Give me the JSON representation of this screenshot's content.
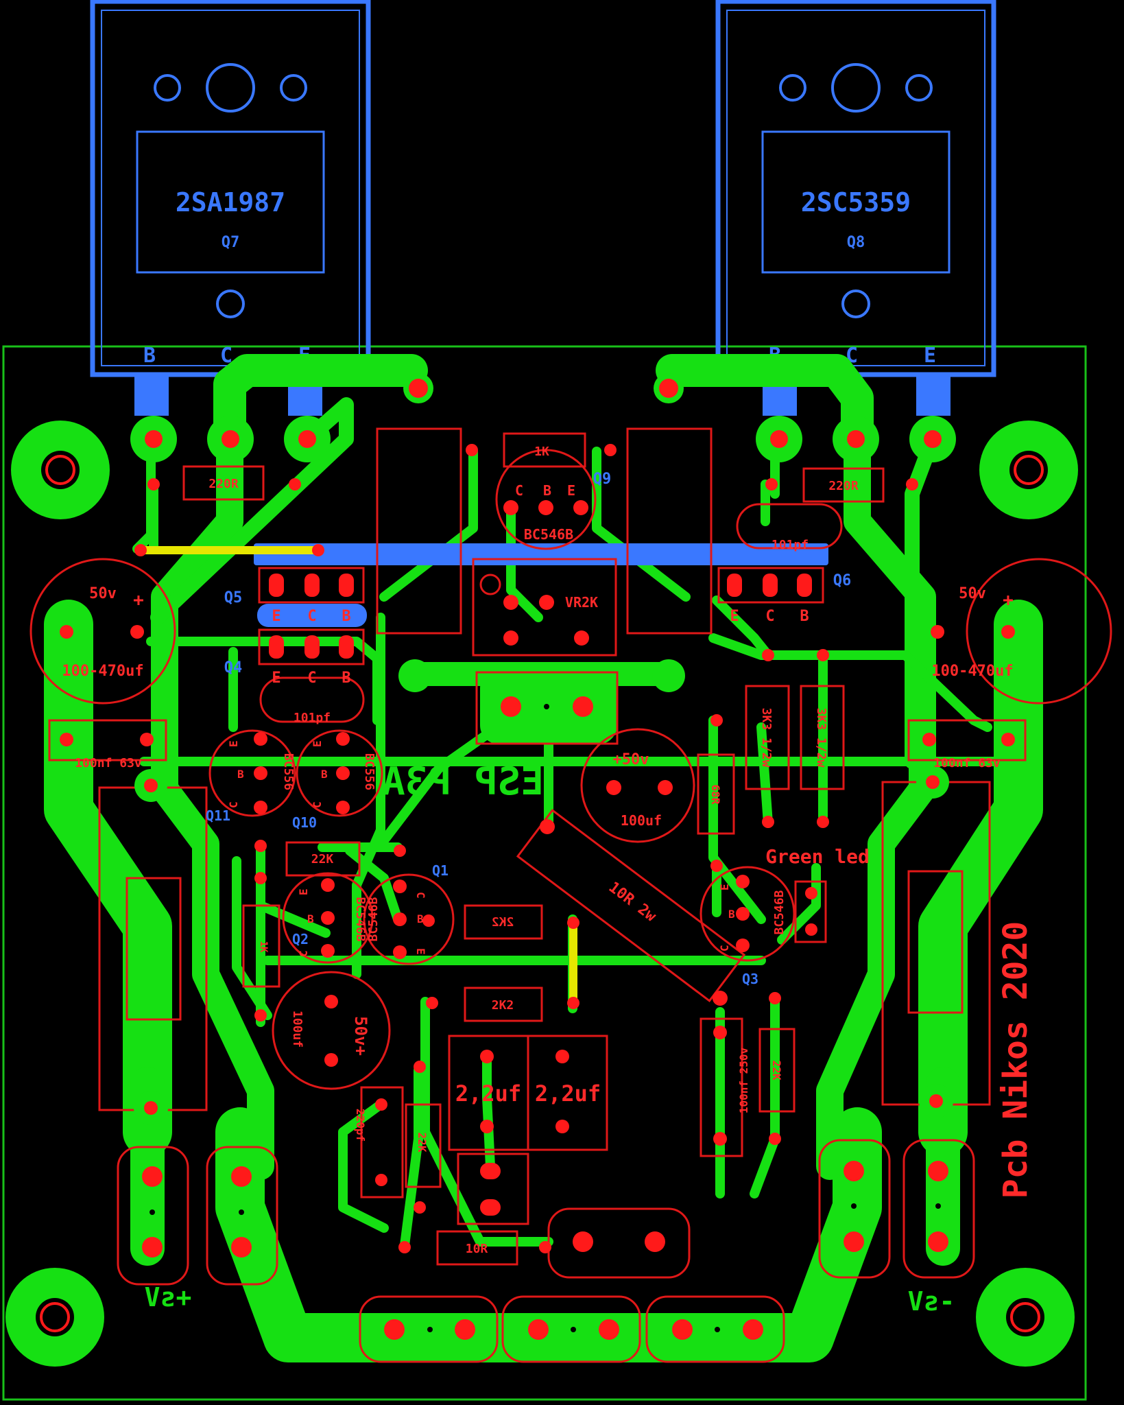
{
  "board": {
    "background": "#000000",
    "copper_color": "#16e013",
    "pad_color": "#ff1a1a",
    "silk_color": "#e01818",
    "top_layer_color": "#3a78ff",
    "jumper_color": "#e6e600",
    "outline_color": "#19c019"
  },
  "transistors_power": [
    {
      "part": "2SA1987",
      "ref": "Q7",
      "pins": [
        "B",
        "C",
        "E"
      ]
    },
    {
      "part": "2SC5359",
      "ref": "Q8",
      "pins": [
        "B",
        "C",
        "E"
      ]
    }
  ],
  "labels": {
    "q9_part": "BC546B",
    "q9_ref": "Q9",
    "q9_pins": [
      "C",
      "B",
      "E"
    ],
    "r_1k": "1K",
    "r_220r_left": "220R",
    "r_220r_right": "220R",
    "q5_ref": "Q5",
    "q4_ref": "Q4",
    "q6_ref": "Q6",
    "pins_ecb": [
      "E",
      "C",
      "B"
    ],
    "cap_101pf_left": "101pf",
    "cap_101pf_right": "101pf",
    "vr2k": "VR2K",
    "cap_left_v": "50v",
    "cap_left_plus": "+",
    "cap_left_val": "100-470uf",
    "cap_right_v": "50v",
    "cap_right_plus": "+",
    "cap_right_val": "100-470uf",
    "cap_100nf_left": "100nf 63v",
    "cap_100nf_right": "100nf 63v",
    "q11_ref": "Q11",
    "q10_ref": "Q10",
    "bc556_a": "BC556",
    "bc556_b": "BC556",
    "cbe": [
      "C",
      "B",
      "E"
    ],
    "esp_p3a": "ESP P3A",
    "r_22k_top": "22K",
    "q1_ref": "Q1",
    "q2_ref": "Q2",
    "bc546b_q2": "BC546B",
    "bc546b_q1": "BC546B",
    "r_2k2_a": "2K2",
    "r_2k2_b": "2K2",
    "cap_100uf_mid_v": "+50v",
    "cap_100uf_mid": "100uf",
    "r_10r_2w": "10R 2w",
    "r_3k3_a": "3K3 1/2w",
    "r_3k3_b": "3K3 1/2w",
    "r_68r": "68R",
    "green_led": "Green led",
    "bc546b_q3": "BC546B",
    "q3_ref": "Q3",
    "cap_100uf_low": "100uf",
    "cap_100uf_low_v": "50v+",
    "cap_22_2uf_a": "2,2uf",
    "cap_22_2uf_b": "2,2uf",
    "cap_220pf": "220pf",
    "r_22k_mid": "22K",
    "r_22k_right": "22K",
    "cap_100nf_250v": "100nf 250v",
    "r_10r": "10R",
    "r_1k_small": "1K",
    "pcb_credit": "Pcb Nikos 2020",
    "vs_plus": "+sV",
    "vs_minus": "-sV"
  }
}
